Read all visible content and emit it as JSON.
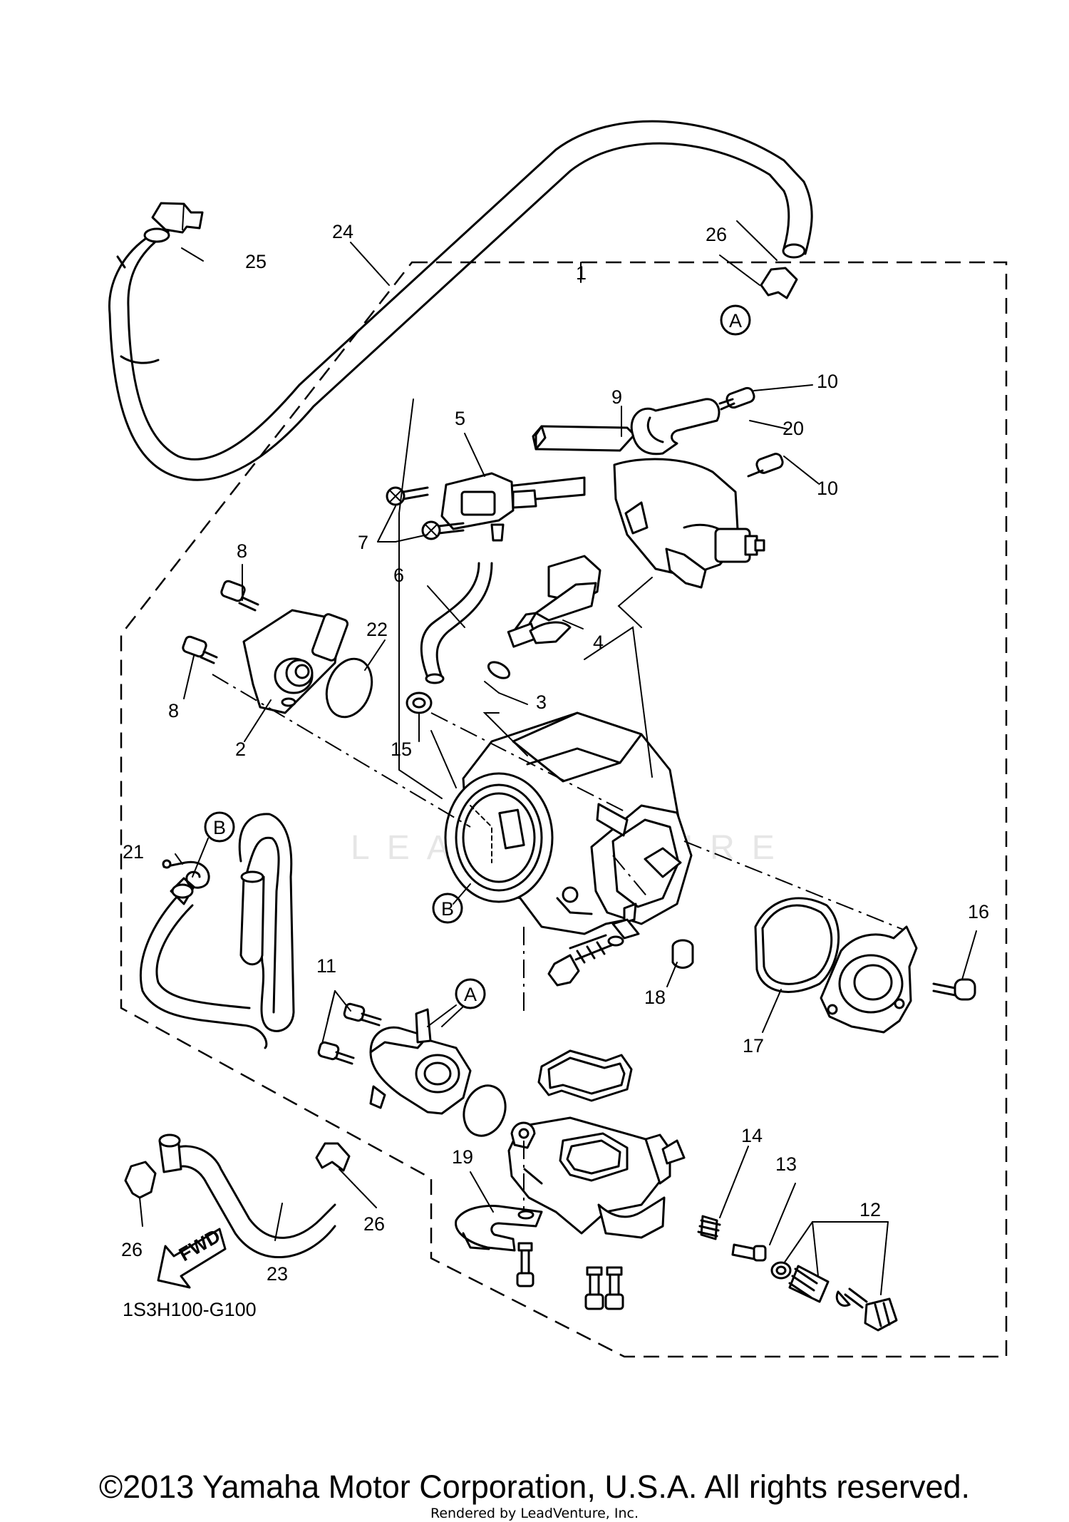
{
  "diagram": {
    "code": "1S3H100-G100",
    "fwd_label": "FWD",
    "watermark": "LEADVENTURE",
    "callouts": {
      "c1": "1",
      "c2": "2",
      "c3": "3",
      "c4": "4",
      "c5": "5",
      "c6": "6",
      "c7": "7",
      "c8a": "8",
      "c8b": "8",
      "c9": "9",
      "c10a": "10",
      "c10b": "10",
      "c11": "11",
      "c12": "12",
      "c13": "13",
      "c14": "14",
      "c15": "15",
      "c16": "16",
      "c17": "17",
      "c18": "18",
      "c19": "19",
      "c20": "20",
      "c21": "21",
      "c22": "22",
      "c23": "23",
      "c24": "24",
      "c25": "25",
      "c26a": "26",
      "c26b": "26",
      "c26c": "26"
    },
    "refs": {
      "a1": "A",
      "a2": "A",
      "b1": "B",
      "b2": "B"
    }
  },
  "footer": {
    "copyright": "©2013 Yamaha Motor Corporation, U.S.A. All rights reserved.",
    "rendered_by": "Rendered by LeadVenture, Inc."
  }
}
